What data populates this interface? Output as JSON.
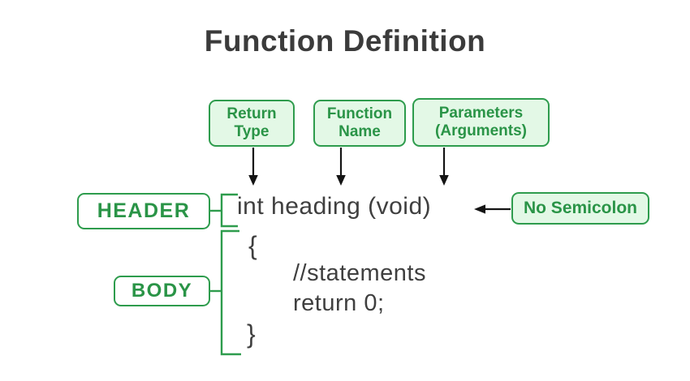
{
  "title": "Function Definition",
  "annotations": {
    "return_type": "Return\nType",
    "function_name": "Function\nName",
    "parameters": "Parameters\n(Arguments)",
    "no_semicolon": "No Semicolon",
    "header": "HEADER",
    "body": "BODY"
  },
  "code": {
    "signature": "int heading (void)",
    "open_brace": "{",
    "comment": "//statements",
    "return_statement": "return 0;",
    "close_brace": "}"
  },
  "colors": {
    "green_border": "#2e9c4d",
    "green_text": "#2a9447",
    "light_green_fill": "#e3f8e6",
    "dark_text": "#3b3b3b",
    "arrow_black": "#141414",
    "background": "#ffffff"
  }
}
